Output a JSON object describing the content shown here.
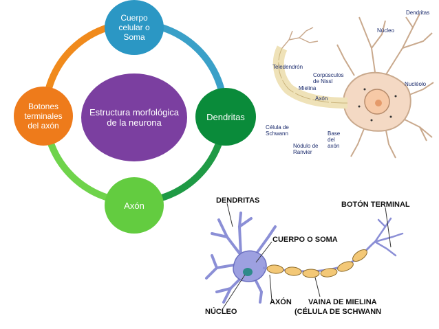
{
  "cycle": {
    "center": "Estructura morfológica de la neurona",
    "top": "Cuerpo celular o Soma",
    "right": "Dendritas",
    "bottom": "Axón",
    "left": "Botones terminales del axón"
  },
  "neuron_top": {
    "dendritas": "Dendritas",
    "nucleo": "Núcleo",
    "teledendron": "Teledendrón",
    "corpusculos": "Corpúsculos de Nissl",
    "mielina": "Mielina",
    "axon": "Axón",
    "nucleolo": "Nucléolo",
    "celula_schwann": "Célula de Schwann",
    "nodulo_ranvier": "Nódulo de Ranvier",
    "base_axon": "Base del axón"
  },
  "neuron_bottom": {
    "dendritas": "DENDRITAS",
    "boton_terminal": "BOTÓN TERMINAL",
    "cuerpo_soma": "CUERPO O SOMA",
    "axon": "AXÓN",
    "vaina": "VAINA DE MIELINA",
    "celula_schwann": "(CÉLULA DE SCHWANN",
    "nucleo": "NÚCLEO"
  }
}
